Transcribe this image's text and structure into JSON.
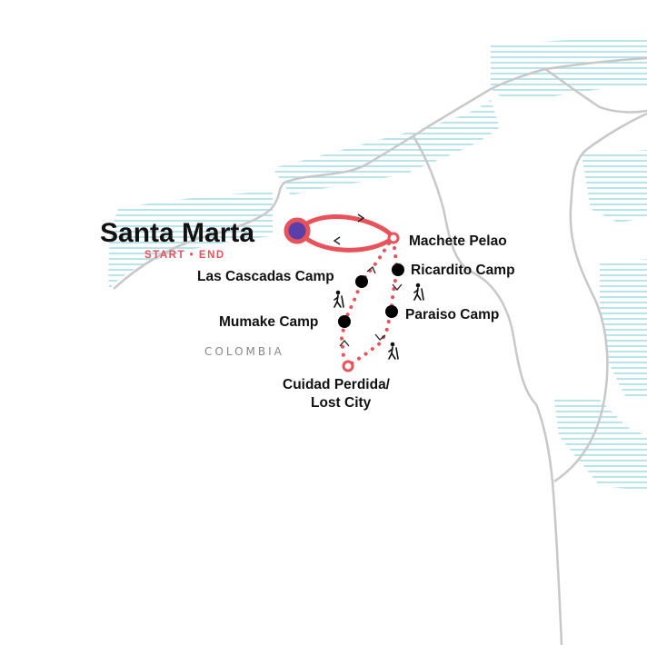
{
  "map": {
    "country_label": "COLOMBIA",
    "start_city": {
      "name": "Santa Marta",
      "tag": "START • END",
      "marker_color": "#5b3fa8",
      "ring_color": "#e8525a"
    },
    "stops": [
      {
        "id": "machete-pelao",
        "name": "Machete Pelao",
        "type": "waypoint"
      },
      {
        "id": "ricardito-camp",
        "name": "Ricardito Camp",
        "type": "camp"
      },
      {
        "id": "las-cascadas-camp",
        "name": "Las Cascadas Camp",
        "type": "camp"
      },
      {
        "id": "paraiso-camp",
        "name": "Paraiso Camp",
        "type": "camp"
      },
      {
        "id": "mumake-camp",
        "name": "Mumake Camp",
        "type": "camp"
      },
      {
        "id": "ciudad-perdida",
        "name_line1": "Cuidad Perdida/",
        "name_line2": "Lost City",
        "type": "waypoint"
      }
    ],
    "colors": {
      "route": "#e8525a",
      "coastline": "#c8c8c8",
      "sea_hatch": "#a8dde6",
      "camp_dot": "#000000",
      "text": "#111111",
      "country_text": "#888888"
    },
    "icons": [
      "hiker-icon",
      "hiker-icon",
      "hiker-icon"
    ]
  }
}
